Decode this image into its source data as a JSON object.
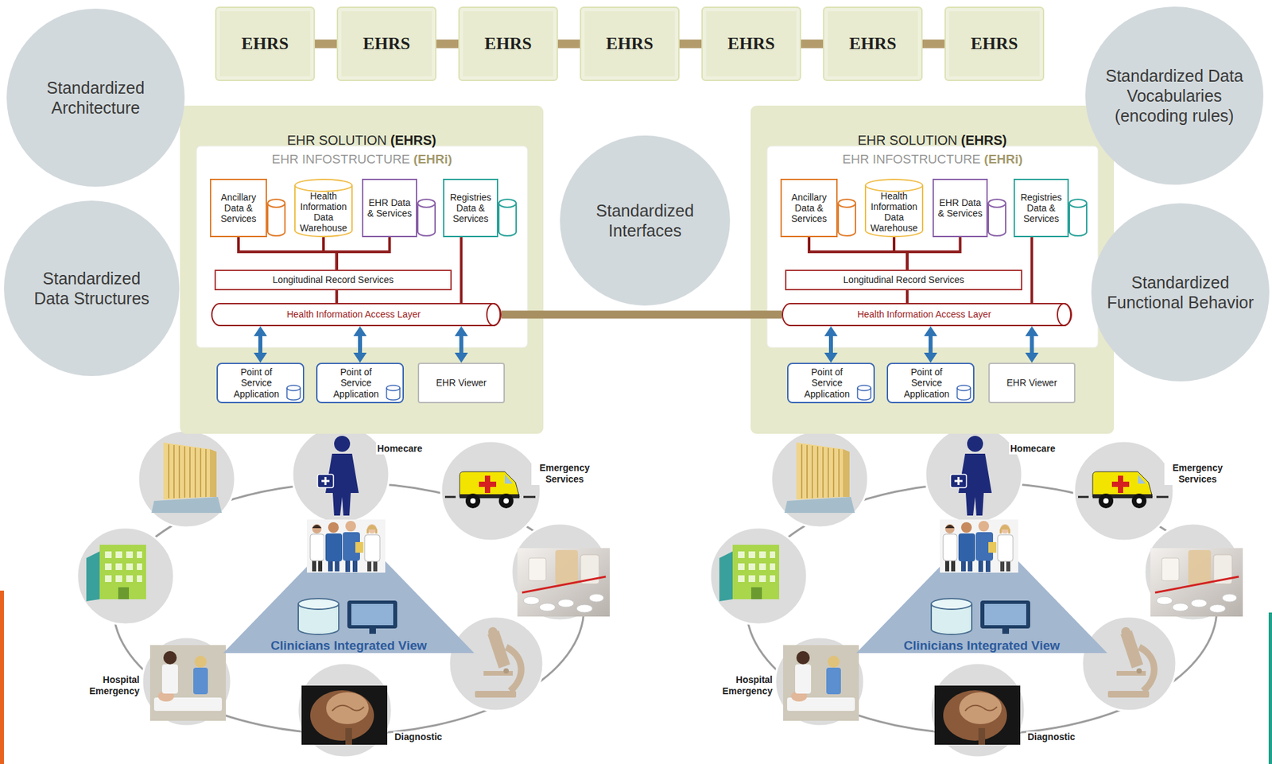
{
  "diagram": {
    "nodes": [
      {
        "text": [
          "EHRS"
        ]
      },
      {
        "text": [
          "EHRS"
        ]
      },
      {
        "text": [
          "EHRS"
        ]
      },
      {
        "text": [
          "EHRS"
        ]
      },
      {
        "text": [
          "EHRS"
        ]
      },
      {
        "text": [
          "EHRS"
        ]
      },
      {
        "text": [
          "EHRS"
        ]
      },
      {
        "text": [
          "Standardized Architecture"
        ]
      },
      {
        "text": [
          "Standardized Data Vocabularies (encoding rules)"
        ]
      },
      {
        "text": [
          "EHR SOLUTION (EHRS)"
        ]
      },
      {
        "text": [
          "EHR INFOSTRUCTURE (EHRi)"
        ],
        "in": 9
      },
      {
        "text": [
          "Ancillary Data & Services"
        ],
        "in": 10
      },
      {
        "text": [
          "Health Information Data Warehouse"
        ],
        "in": 10
      },
      {
        "text": [
          "EHR Data & Services"
        ],
        "in": 10
      },
      {
        "text": [
          "Registries Data & Services"
        ],
        "in": 10
      },
      {
        "text": [
          "Longitudinal Record Services"
        ],
        "in": 10
      },
      {
        "text": [
          "Health Information Access Layer"
        ],
        "in": 10
      },
      {
        "text": [
          "Point of Service Application"
        ],
        "in": 9
      },
      {
        "text": [
          "Point of Service Application"
        ],
        "in": 9
      },
      {
        "text": [
          "EHR Viewer"
        ],
        "in": 9
      },
      {
        "text": [
          "Standardized Data Structures"
        ]
      },
      {
        "text": [
          "Standardized Interfaces"
        ]
      },
      {
        "text": [
          "EHR SOLUTION (EHRS)"
        ]
      },
      {
        "text": [
          "EHR INFOSTRUCTURE (EHRi)"
        ],
        "in": 22
      },
      {
        "text": [
          "Ancillary Data & Services"
        ],
        "in": 23
      },
      {
        "text": [
          "Health Information Data Warehouse"
        ],
        "in": 23
      },
      {
        "text": [
          "EHR Data & Services"
        ],
        "in": 23
      },
      {
        "text": [
          "Registries Data & Services"
        ],
        "in": 23
      },
      {
        "text": [
          "Longitudinal Record Services"
        ],
        "in": 23
      },
      {
        "text": [
          "Health Information Access Layer"
        ],
        "in": 23
      },
      {
        "text": [
          "Point of Service Application"
        ],
        "in": 22
      },
      {
        "text": [
          "Point of Service Application"
        ],
        "in": 22
      },
      {
        "text": [
          "EHR Viewer"
        ],
        "in": 22
      },
      {
        "text": [
          "Standardized Functional Behavior"
        ]
      },
      {
        "text": [
          "Clinicians Integrated View"
        ]
      },
      {
        "text": [
          "Clinicians Integrated View"
        ]
      }
    ],
    "edges": [
      {
        "from": 0,
        "to": 1,
        "arrow": "none"
      },
      {
        "from": 1,
        "to": 2,
        "arrow": "none"
      },
      {
        "from": 2,
        "to": 3,
        "arrow": "none"
      },
      {
        "from": 3,
        "to": 4,
        "arrow": "none"
      },
      {
        "from": 4,
        "to": 5,
        "arrow": "none"
      },
      {
        "from": 5,
        "to": 6,
        "arrow": "none"
      },
      {
        "from": 11,
        "to": 15,
        "arrow": "none"
      },
      {
        "from": 12,
        "to": 15,
        "arrow": "none"
      },
      {
        "from": 13,
        "to": 15,
        "arrow": "none"
      },
      {
        "from": 14,
        "to": 16,
        "arrow": "none"
      },
      {
        "from": 15,
        "to": 16,
        "arrow": "none"
      },
      {
        "from": 16,
        "to": 17,
        "arrow": "both"
      },
      {
        "from": 16,
        "to": 18,
        "arrow": "both"
      },
      {
        "from": 16,
        "to": 19,
        "arrow": "both"
      },
      {
        "from": 24,
        "to": 28,
        "arrow": "none"
      },
      {
        "from": 25,
        "to": 28,
        "arrow": "none"
      },
      {
        "from": 26,
        "to": 28,
        "arrow": "none"
      },
      {
        "from": 27,
        "to": 29,
        "arrow": "none"
      },
      {
        "from": 28,
        "to": 29,
        "arrow": "none"
      },
      {
        "from": 29,
        "to": 30,
        "arrow": "both"
      },
      {
        "from": 29,
        "to": 31,
        "arrow": "both"
      },
      {
        "from": 29,
        "to": 32,
        "arrow": "both"
      },
      {
        "from": 16,
        "to": 29,
        "arrow": "none"
      }
    ],
    "labels": [
      "Homecare",
      "Emergency Services",
      "Hospital Emergency",
      "Diagnostic",
      "Homecare",
      "Emergency Services",
      "Hospital Emergency",
      "Diagnostic"
    ]
  }
}
